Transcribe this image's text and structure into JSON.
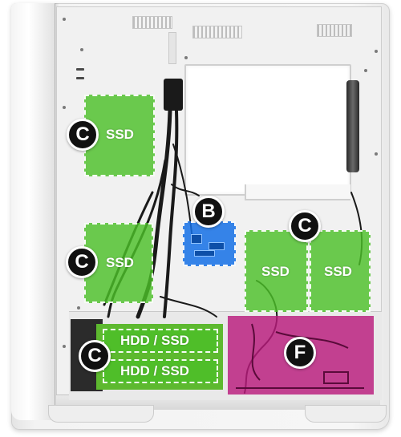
{
  "labels": {
    "c_top": "C",
    "c_mid": "C",
    "c_right": "C",
    "c_bottom": "C",
    "b": "B",
    "f": "F",
    "ssd": "SSD",
    "hdd_ssd": "HDD / SSD"
  },
  "colors": {
    "bay_green": "#4cbf28",
    "bay_blue": "#1470e6",
    "bay_magenta": "#ba1b7d",
    "badge": "#111111",
    "case": "#f3f3f3"
  }
}
